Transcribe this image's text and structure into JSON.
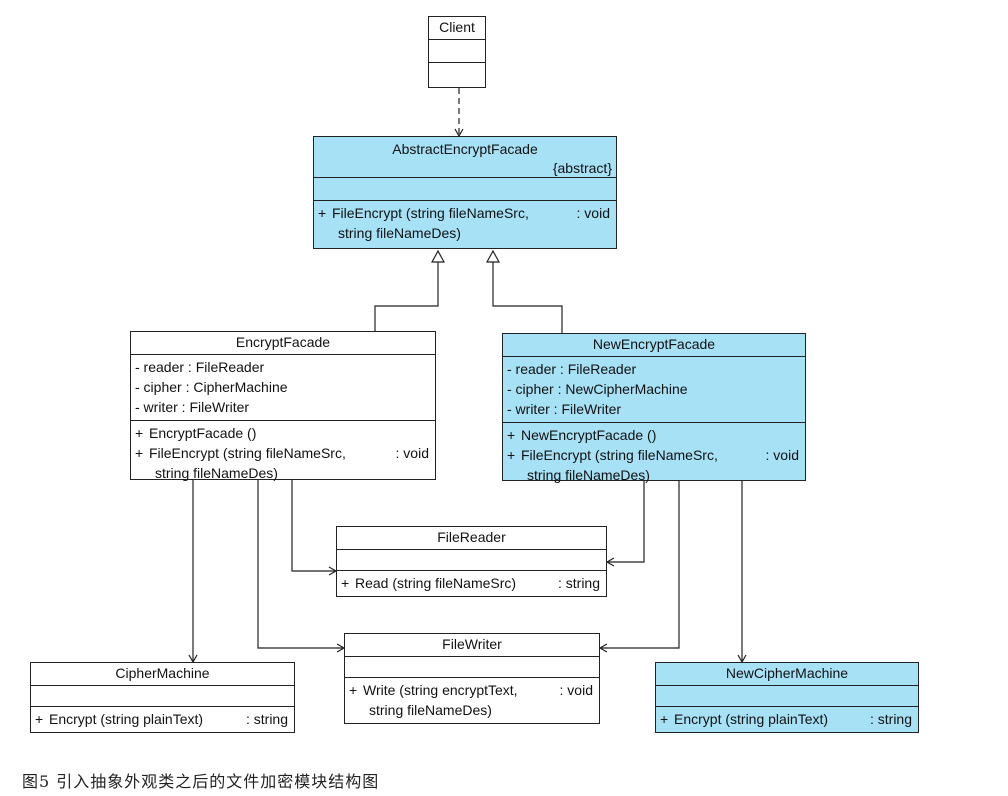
{
  "classes": {
    "client": {
      "name": "Client"
    },
    "abstract": {
      "name": "AbstractEncryptFacade",
      "stereotype": "{abstract}",
      "op1_vis": "+",
      "op1_a": "FileEncrypt (string fileNameSrc,",
      "op1_ret": ": void",
      "op1_b": "string fileNameDes)"
    },
    "encrypt": {
      "name": "EncryptFacade",
      "attr1": "- reader  : FileReader",
      "attr2": "- cipher  : CipherMachine",
      "attr3": "- writer   : FileWriter",
      "op1_vis": "+",
      "op1": "EncryptFacade ()",
      "op2_vis": "+",
      "op2_a": "FileEncrypt (string fileNameSrc,",
      "op2_ret": ": void",
      "op2_b": "string fileNameDes)"
    },
    "newencrypt": {
      "name": "NewEncryptFacade",
      "attr1": "- reader  : FileReader",
      "attr2": "- cipher  : NewCipherMachine",
      "attr3": "- writer   : FileWriter",
      "op1_vis": "+",
      "op1": "NewEncryptFacade ()",
      "op2_vis": "+",
      "op2_a": "FileEncrypt (string fileNameSrc,",
      "op2_ret": ": void",
      "op2_b": "string fileNameDes)"
    },
    "filereader": {
      "name": "FileReader",
      "op1_vis": "+",
      "op1": "Read (string fileNameSrc)",
      "op1_ret": ": string"
    },
    "filewriter": {
      "name": "FileWriter",
      "op1_vis": "+",
      "op1_a": "Write (string encryptText,",
      "op1_ret": ": void",
      "op1_b": "string fileNameDes)"
    },
    "cipher": {
      "name": "CipherMachine",
      "op1_vis": "+",
      "op1": "Encrypt (string plainText)",
      "op1_ret": ": string"
    },
    "newcipher": {
      "name": "NewCipherMachine",
      "op1_vis": "+",
      "op1": "Encrypt (string plainText)",
      "op1_ret": ": string"
    }
  },
  "caption": "图5 引入抽象外观类之后的文件加密模块结构图",
  "colors": {
    "highlight": "#a6e1f6",
    "line": "#222222"
  }
}
